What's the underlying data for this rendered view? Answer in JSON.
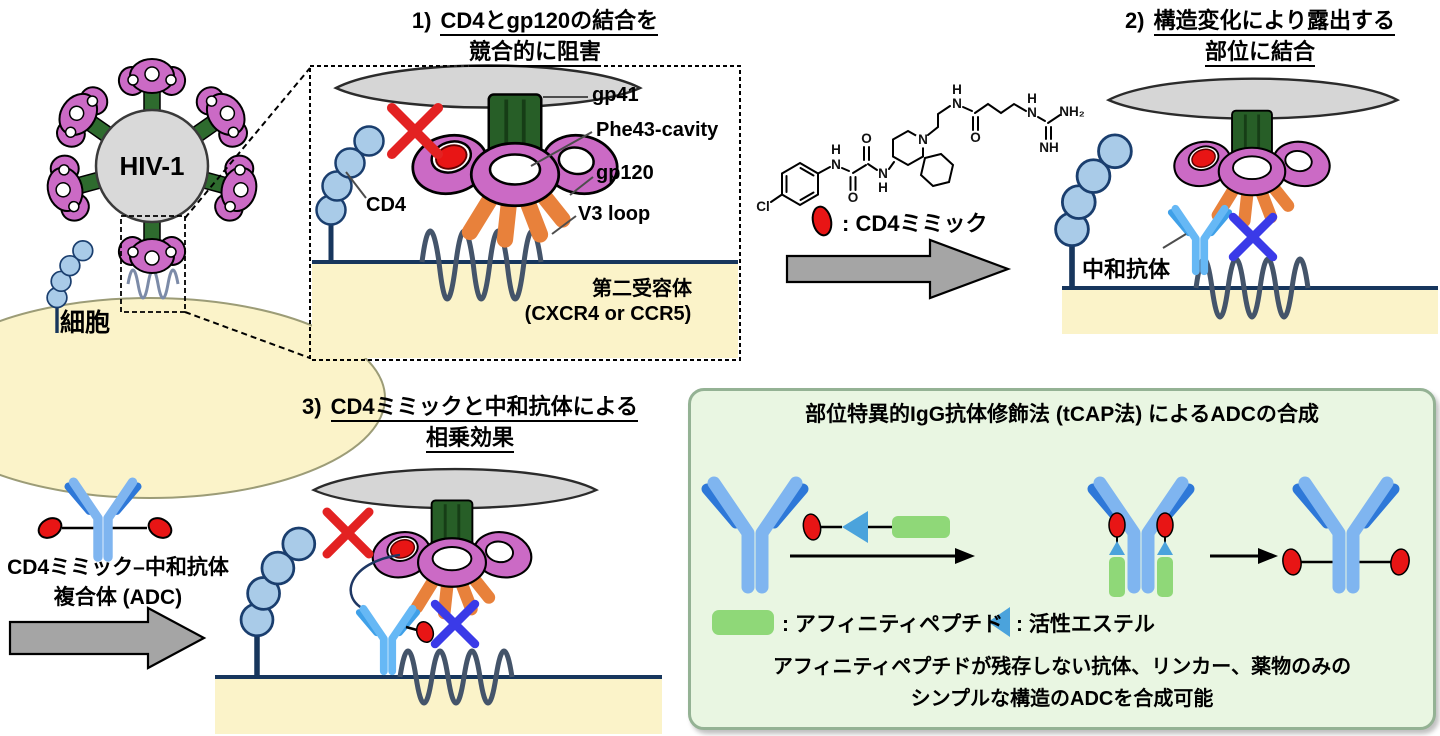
{
  "virion": {
    "label": "HIV-1",
    "cell_label": "細胞"
  },
  "panel1": {
    "num": "1)",
    "title1": "CD4とgp120の結合を",
    "title2": "競合的に阻害",
    "gp41": "gp41",
    "phe43": "Phe43-cavity",
    "gp120": "gp120",
    "v3": "V3 loop",
    "cd4": "CD4",
    "receptor1": "第二受容体",
    "receptor2": "(CXCR4 or CCR5)"
  },
  "mimic": {
    "legend": ": CD4ミミック"
  },
  "panel2": {
    "num": "2)",
    "title1": "構造変化により露出する",
    "title2": "部位に結合",
    "antibody": "中和抗体"
  },
  "panel3": {
    "num": "3)",
    "title1": "CD4ミミックと中和抗体による",
    "title2": "相乗効果"
  },
  "adc": {
    "line1": "CD4ミミック–中和抗体",
    "line2": "複合体 (ADC)"
  },
  "tcap": {
    "title": "部位特異的IgG抗体修飾法 (tCAP法) によるADCの合成",
    "peptide": ": アフィニティペプチド",
    "ester": ": 活性エステル",
    "note1": "アフィニティペプチドが残存しない抗体、リンカー、薬物のみの",
    "note2": "シンプルな構造のADCを合成可能"
  },
  "chem": {
    "cl": "Cl",
    "h1": "H",
    "n1": "N",
    "o1": "O",
    "o2": "O",
    "n2": "N",
    "h2": "H",
    "n3": "N",
    "h3": "H",
    "n4": "N",
    "o3": "O",
    "h4": "H",
    "n5": "N",
    "nh": "NH",
    "nh2": "NH₂"
  },
  "colors": {
    "gp120_magenta": "#CB6AC5",
    "gp41_green": "#275E27",
    "virus_gray": "#D9D9D9",
    "cell_yellow": "#FBF3C9",
    "cd4_blue": "#A9CBE8",
    "v3_orange": "#E8813B",
    "mimic_red": "#E81515",
    "x_red": "#E32222",
    "x_blue": "#3A3AE8",
    "antibody_light": "#7FB5F0",
    "antibody_dark": "#2E78D8",
    "antibody_cyan": "#66B8F5",
    "membrane_navy": "#17365D",
    "coil": "#44546A",
    "arrow_gray": "#A5A5A5",
    "box_green_bg": "#E9F6E2",
    "box_green_border": "#94B294",
    "peptide_green": "#8FD878",
    "ester_blue": "#4BA3DC"
  }
}
